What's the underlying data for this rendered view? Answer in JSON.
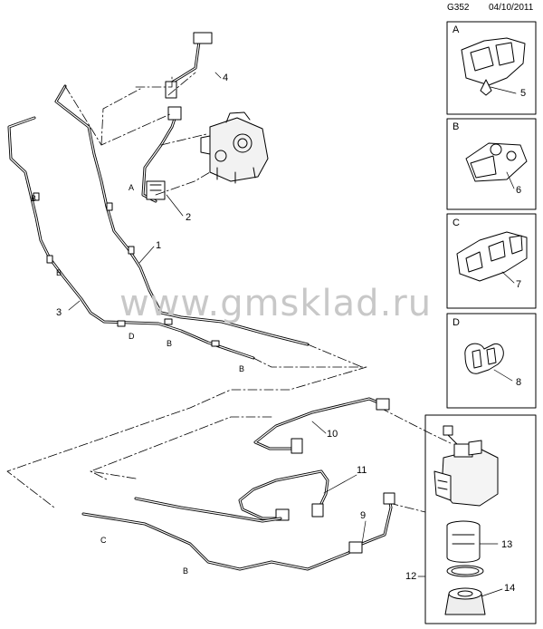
{
  "header": {
    "code": "G352",
    "date": "04/10/2011"
  },
  "watermark": "www.gmsklad.ru",
  "detail_boxes": [
    {
      "letter": "A",
      "callout": "5"
    },
    {
      "letter": "B",
      "callout": "6"
    },
    {
      "letter": "C",
      "callout": "7"
    },
    {
      "letter": "D",
      "callout": "8"
    }
  ],
  "callouts": {
    "n1": "1",
    "n2": "2",
    "n3": "3",
    "n4": "4",
    "n9": "9",
    "n10": "10",
    "n11": "11",
    "n12": "12",
    "n13": "13",
    "n14": "14"
  },
  "clip_markers": {
    "a": "A",
    "b1": "B",
    "b2": "B",
    "b3": "B",
    "b4": "B",
    "b5": "B",
    "c": "C",
    "d": "D"
  }
}
